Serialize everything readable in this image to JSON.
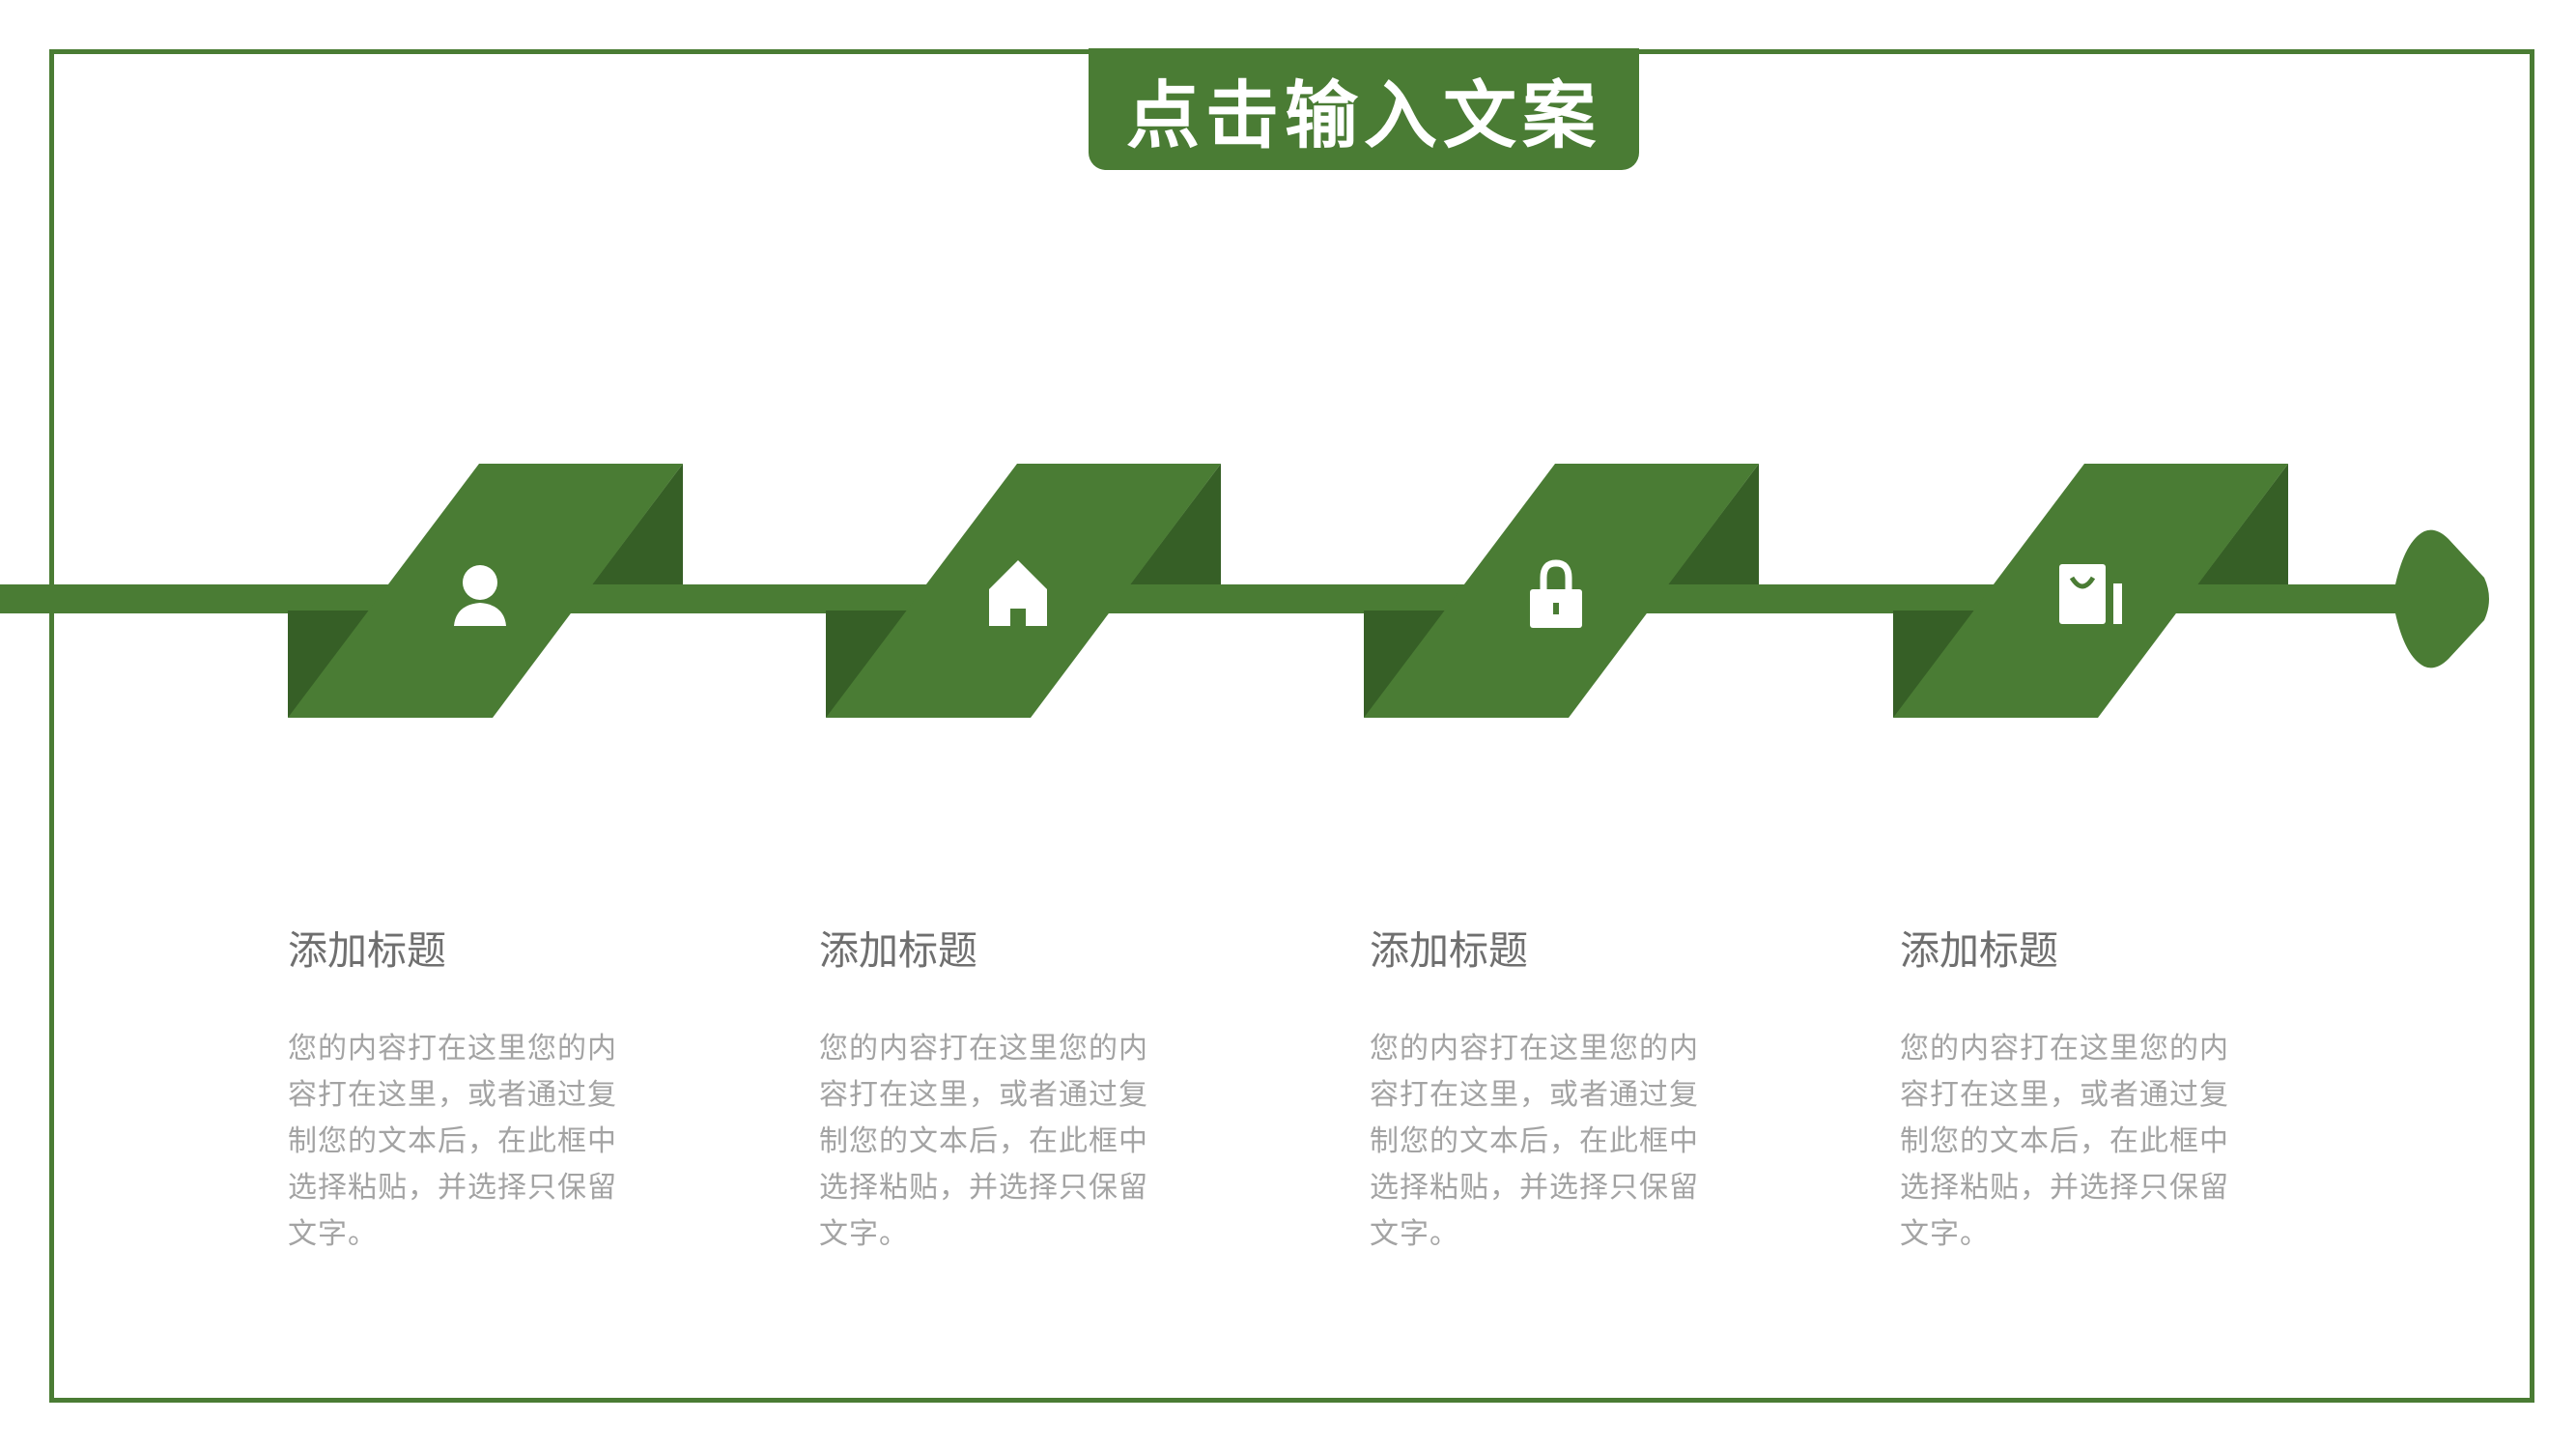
{
  "page": {
    "title": "点击输入文案",
    "colors": {
      "primary": "#4a7c34",
      "shade": "#365f26",
      "heading": "#6f6f6f",
      "body": "#a3a3a3"
    }
  },
  "steps": [
    {
      "icon": "person-icon",
      "title": "添加标题",
      "lines": [
        "您的内容打在这里您的内",
        "容打在这里，或者通过复",
        "制您的文本后，在此框中",
        "选择粘贴，并选择只保留",
        "文字。"
      ]
    },
    {
      "icon": "home-icon",
      "title": "添加标题",
      "lines": [
        "您的内容打在这里您的内",
        "容打在这里，或者通过复",
        "制您的文本后，在此框中",
        "选择粘贴，并选择只保留",
        "文字。"
      ]
    },
    {
      "icon": "lock-icon",
      "title": "添加标题",
      "lines": [
        "您的内容打在这里您的内",
        "容打在这里，或者通过复",
        "制您的文本后，在此框中",
        "选择粘贴，并选择只保留",
        "文字。"
      ]
    },
    {
      "icon": "shopping-bag-icon",
      "title": "添加标题",
      "lines": [
        "您的内容打在这里您的内",
        "容打在这里，或者通过复",
        "制您的文本后，在此框中",
        "选择粘贴，并选择只保留",
        "文字。"
      ]
    }
  ]
}
